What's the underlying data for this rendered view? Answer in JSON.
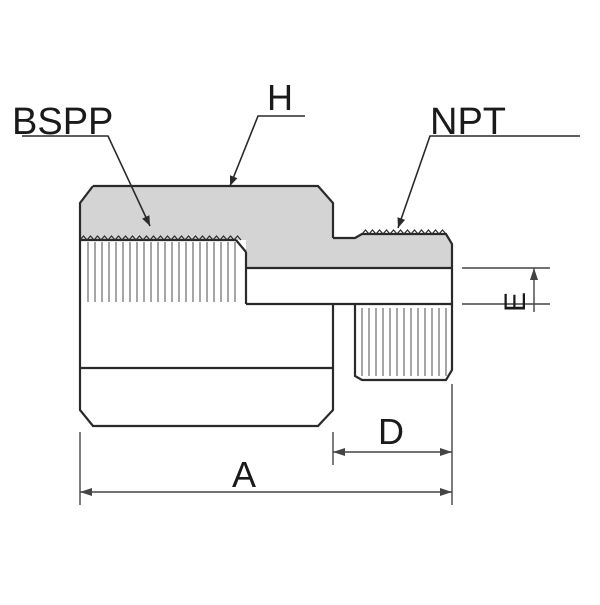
{
  "diagram": {
    "labels": {
      "bspp": "BSPP",
      "npt": "NPT",
      "h": "H",
      "a": "A",
      "d": "D",
      "e": "E"
    },
    "colors": {
      "stroke": "#2a2a2a",
      "fill_section": "#d4d4d4",
      "body": "#ffffff",
      "dimension_line": "#444444"
    }
  }
}
